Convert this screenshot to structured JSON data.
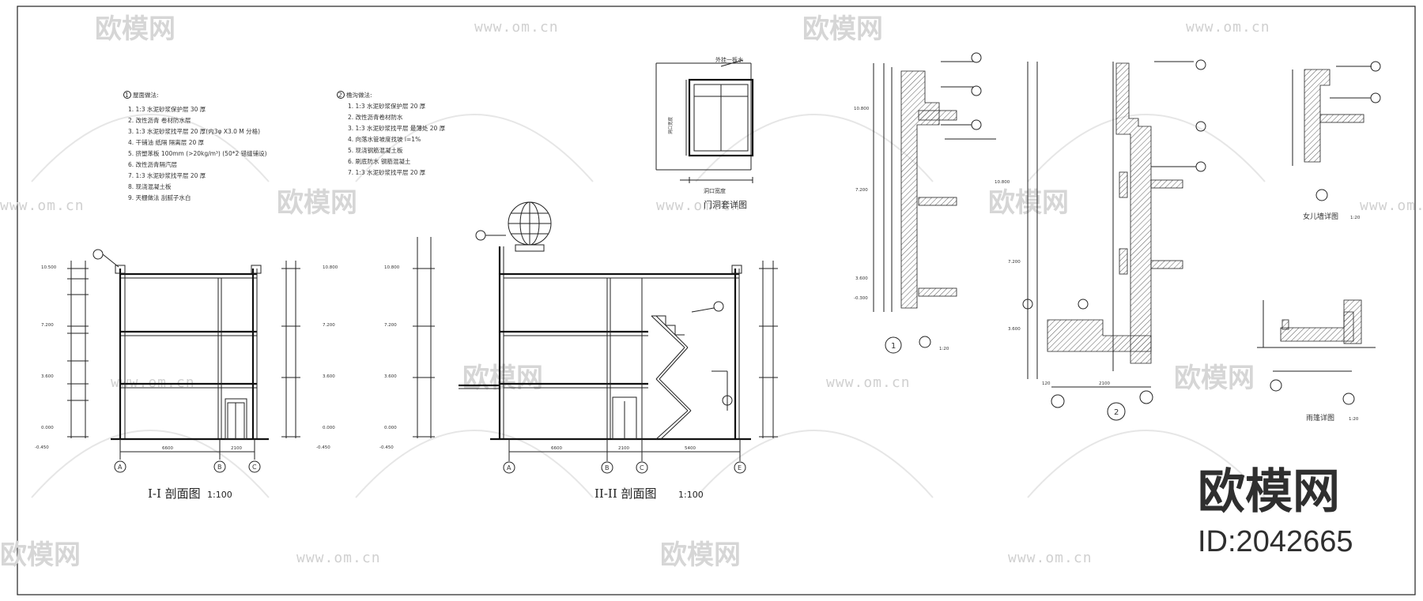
{
  "section_1": {
    "title": "I-I 剖面图",
    "scale": "1:100",
    "axes": [
      "A",
      "B",
      "C"
    ],
    "dims": [
      "6600",
      "2100"
    ],
    "levels_left": [
      "10.500",
      "7.200",
      "3.600",
      "0.000",
      "-0.450"
    ],
    "levels_right": [
      "10.800",
      "7.200",
      "3.600",
      "0.000",
      "-0.450"
    ]
  },
  "section_2": {
    "title": "II-II 剖面图",
    "scale": "1:100",
    "axes": [
      "A",
      "B",
      "C",
      "E"
    ],
    "dims": [
      "6600",
      "2100",
      "5400"
    ],
    "levels": [
      "10.800",
      "7.200",
      "3.600",
      "0.000",
      "-0.450"
    ]
  },
  "notes_roof": {
    "heading": "屋面做法:",
    "items": [
      "1.   1:3  水泥砂浆保护层    30  厚",
      "2.   改性沥青  卷材防水层",
      "3.   1:3  水泥砂浆找平层   20  厚(内3φ  X3.0  M 分格)",
      "4.   干铺油  纸隔      隔离层  20  厚",
      "5.   挤塑苯板  100mm   (>20kg/m³)  (50*2  错缝铺设)",
      "6.   改性沥青隔汽层",
      "7.   1:3  水泥砂浆找平层   20  厚",
      "8.   现浇混凝土板",
      "9.   天棚做法    刮腻子水白"
    ]
  },
  "notes_gutter": {
    "heading": "檐沟做法:",
    "items": [
      "1.   1:3  水泥砂浆保护层   20  厚",
      "2.   改性沥青卷材防水",
      "3.   1:3  水泥砂浆找平层   最薄处  20  厚",
      "4.   向落水管坡度找坡      i=1%",
      "5.   现浇钢筋混凝土板",
      "6.   刷底防水     钢筋混凝土",
      "7.   1:3  水泥砂浆找平层   20  厚"
    ]
  },
  "door_detail": {
    "title": "门洞套详图",
    "label_top": "外挂一板水",
    "label_side": "洞口宽度",
    "label_bottom": "洞口宽度"
  },
  "details": {
    "detail_1": {
      "label": "1",
      "scale": "1:20",
      "levels": [
        "10.800",
        "7.200",
        "3.600",
        "-0.300"
      ]
    },
    "detail_2": {
      "label": "2",
      "levels": [
        "10.800",
        "7.200",
        "3.600"
      ],
      "dims": [
        "120",
        "2100"
      ]
    },
    "parapet": {
      "title": "女儿墙详图",
      "scale": "1:20"
    },
    "canopy": {
      "title": "雨篷详图",
      "scale": "1:20"
    }
  },
  "watermark": {
    "brand": "欧模网",
    "url": "www.om.cn",
    "id": "ID:2042665"
  }
}
